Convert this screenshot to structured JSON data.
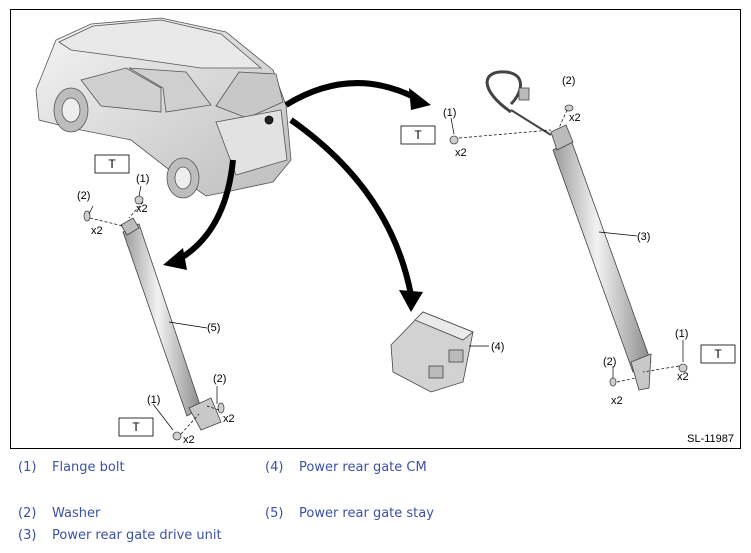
{
  "figure": {
    "id": "SL-11987",
    "torque_box": "T",
    "qty": "x2",
    "callouts": {
      "n1": "(1)",
      "n2": "(2)",
      "n3": "(3)",
      "n4": "(4)",
      "n5": "(5)"
    }
  },
  "legend": [
    {
      "num": "(1)",
      "text": "Flange bolt"
    },
    {
      "num": "(2)",
      "text": "Washer"
    },
    {
      "num": "(3)",
      "text": "Power rear gate drive unit"
    },
    {
      "num": "(4)",
      "text": "Power rear gate CM"
    },
    {
      "num": "(5)",
      "text": "Power rear gate stay"
    }
  ],
  "colors": {
    "legend_text": "#3b52a3",
    "line": "#000000",
    "part_fill": "#d9d9d9"
  }
}
